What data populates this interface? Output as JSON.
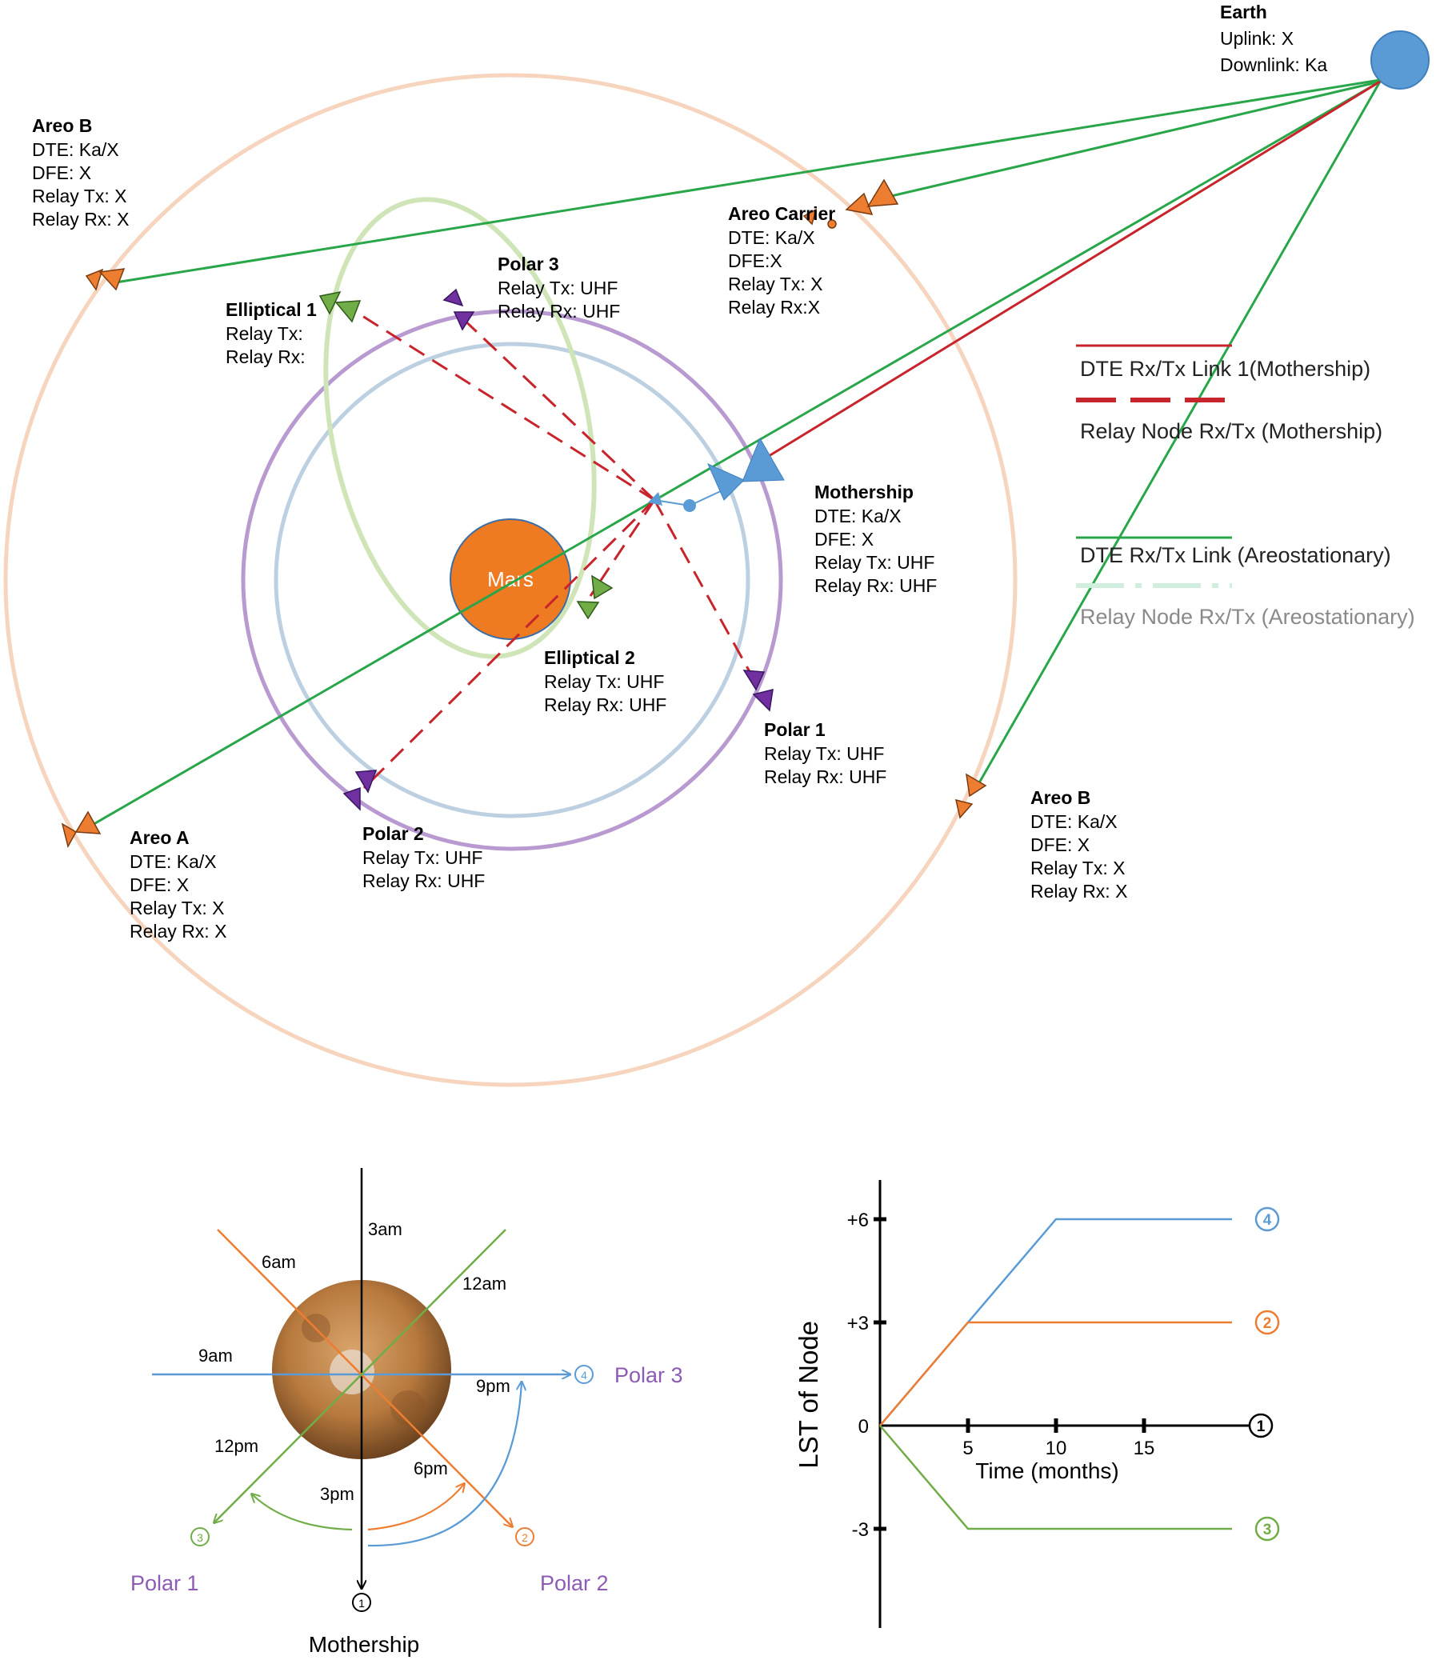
{
  "top_diagram": {
    "earth": {
      "name": "Earth",
      "uplink": "Uplink:  X",
      "downlink": "Downlink:  Ka"
    },
    "mars_label": "Mars",
    "nodes": {
      "areo_b_left": {
        "title": "Areo B",
        "lines": [
          "DTE: Ka/X",
          "DFE: X",
          "Relay Tx: X",
          "Relay Rx: X"
        ]
      },
      "areo_b_right": {
        "title": "Areo B",
        "lines": [
          "DTE: Ka/X",
          "DFE: X",
          "Relay Tx: X",
          "Relay Rx: X"
        ]
      },
      "areo_a": {
        "title": "Areo A",
        "lines": [
          "DTE: Ka/X",
          "DFE: X",
          "Relay Tx: X",
          "Relay Rx: X"
        ]
      },
      "areo_carrier": {
        "title": "Areo Carrier",
        "lines": [
          "DTE: Ka/X",
          "DFE:X",
          "Relay Tx: X",
          "Relay Rx:X"
        ]
      },
      "elliptical_1": {
        "title": "Elliptical 1",
        "lines": [
          "Relay Tx:",
          "Relay Rx:"
        ]
      },
      "elliptical_2": {
        "title": "Elliptical 2",
        "lines": [
          "Relay Tx: UHF",
          "Relay Rx: UHF"
        ]
      },
      "polar_1": {
        "title": "Polar 1",
        "lines": [
          "Relay Tx: UHF",
          "Relay Rx: UHF"
        ]
      },
      "polar_2": {
        "title": "Polar 2",
        "lines": [
          "Relay Tx: UHF",
          "Relay Rx: UHF"
        ]
      },
      "polar_3": {
        "title": "Polar 3",
        "lines": [
          "Relay Tx: UHF",
          "Relay Rx: UHF"
        ]
      },
      "mothership": {
        "title": "Mothership",
        "lines": [
          "DTE: Ka/X",
          "DFE: X",
          "Relay Tx: UHF",
          "Relay Rx: UHF"
        ]
      }
    },
    "legend": [
      {
        "label": "DTE Rx/Tx Link 1(Mothership)",
        "color": "#c8242b",
        "style": "solid"
      },
      {
        "label": "Relay Node Rx/Tx (Mothership)",
        "color": "#c8242b",
        "style": "dashed"
      },
      {
        "label": "DTE Rx/Tx Link (Areostationary)",
        "color": "#2aa64a",
        "style": "solid"
      },
      {
        "label": "Relay Node Rx/Tx (Areostationary)",
        "color": "#cfeedd",
        "style": "dashdot"
      }
    ],
    "colors": {
      "areo_orbit": "#f7d4bd",
      "polar_orbit": "#b89ad0",
      "mother_orbit": "#bcd0e2",
      "elliptical_orbit": "#cfe5b8",
      "green_link": "#2aa64a",
      "red_link": "#c8242b",
      "mars": "#ee7a22",
      "earth": "#5b9bd5"
    }
  },
  "clock_diagram": {
    "hour_labels": [
      "3am",
      "6am",
      "12am",
      "9am",
      "9pm",
      "12pm",
      "6pm",
      "3pm"
    ],
    "node_markers": [
      "1",
      "2",
      "3",
      "4"
    ],
    "polar_labels": [
      "Polar 3",
      "Polar 1",
      "Polar 2"
    ],
    "mothership_label": "Mothership",
    "colors": {
      "mothership": "#000000",
      "polar_1": "#70ad47",
      "polar_2": "#ed7d31",
      "polar_3": "#5b9bd5"
    }
  },
  "chart_data": {
    "type": "line",
    "xlabel": "Time (months)",
    "ylabel": "LST of Node",
    "x_ticks": [
      "5",
      "10",
      "15"
    ],
    "y_ticks": [
      "+6",
      "+3",
      "0",
      "-3"
    ],
    "series": [
      {
        "name": "1",
        "color": "#000000",
        "points": [
          [
            0,
            0
          ],
          [
            21,
            0
          ]
        ]
      },
      {
        "name": "4",
        "color": "#5b9bd5",
        "points": [
          [
            0,
            0
          ],
          [
            5,
            3
          ],
          [
            10,
            6
          ],
          [
            20,
            6
          ]
        ]
      },
      {
        "name": "2",
        "color": "#ed7d31",
        "points": [
          [
            0,
            0
          ],
          [
            5,
            3
          ],
          [
            20,
            3
          ]
        ]
      },
      {
        "name": "3",
        "color": "#70ad47",
        "points": [
          [
            0,
            0
          ],
          [
            5,
            -3
          ],
          [
            20,
            -3
          ]
        ]
      }
    ]
  }
}
